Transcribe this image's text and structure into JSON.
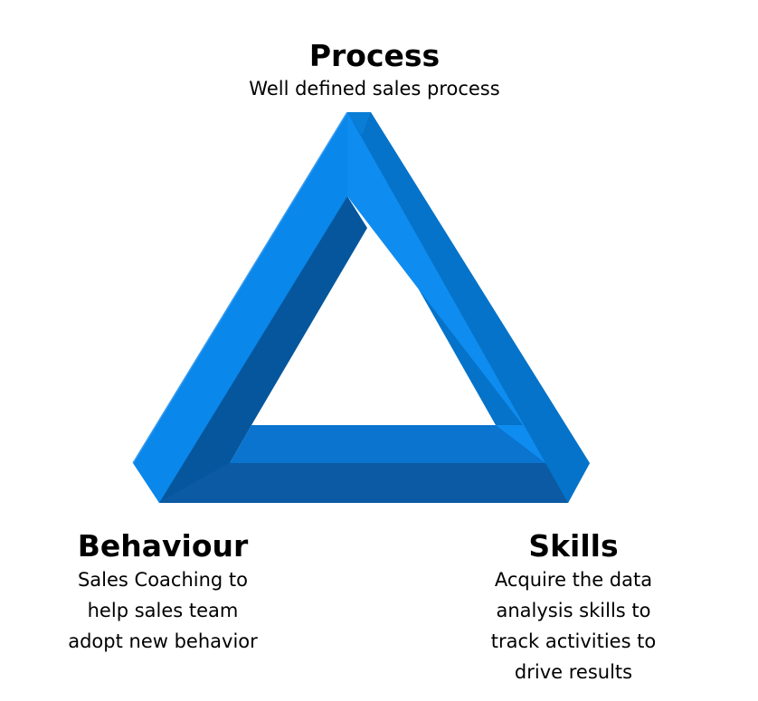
{
  "diagram": {
    "colors": {
      "left_front": "#0a87ea",
      "left_front_edge": "#3a9cf0",
      "right_side": "#0573c9",
      "right_inner_face": "#0f8cef",
      "bottom_front": "#0b5aa3",
      "bottom_top_face": "#0a74cf",
      "inner_left_face": "#06569d",
      "tip_face": "#0a7ed6"
    },
    "process": {
      "title": "Process",
      "description": "Well defined sales process"
    },
    "behaviour": {
      "title": "Behaviour",
      "lines": [
        "Sales Coaching to",
        "help sales team",
        "adopt new behavior"
      ]
    },
    "skills": {
      "title": "Skills",
      "lines": [
        "Acquire the data",
        "analysis skills to",
        "track activities to",
        "drive results"
      ]
    }
  }
}
